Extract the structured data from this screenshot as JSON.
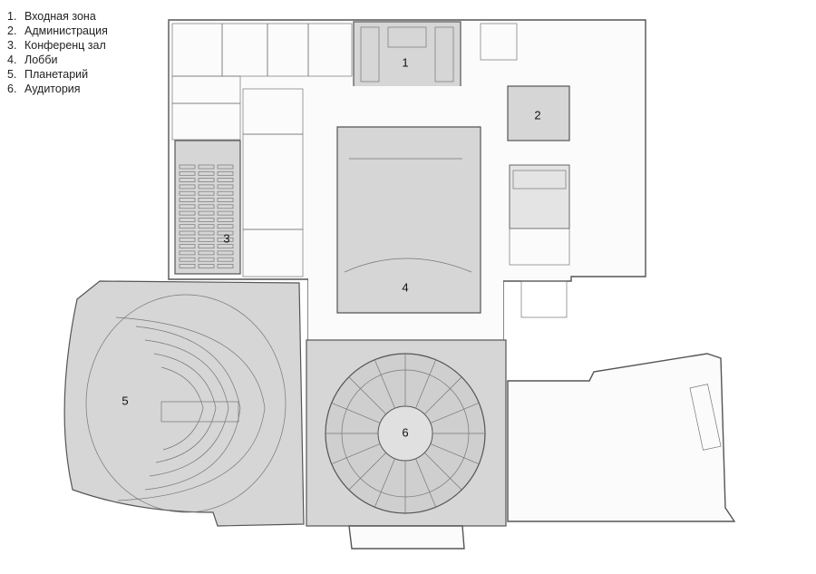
{
  "legend": [
    {
      "num": "1.",
      "label": "Входная зона"
    },
    {
      "num": "2.",
      "label": "Администрация"
    },
    {
      "num": "3.",
      "label": "Конференц зал"
    },
    {
      "num": "4.",
      "label": "Лобби"
    },
    {
      "num": "5.",
      "label": "Планетарий"
    },
    {
      "num": "6.",
      "label": "Аудитория"
    }
  ],
  "plan_labels": {
    "zone1": "1",
    "zone2": "2",
    "zone3": "3",
    "zone4": "4",
    "zone5": "5",
    "zone6": "6"
  },
  "colors": {
    "room_fill": "#d6d6d6",
    "walls": "#555555",
    "background": "#ffffff"
  }
}
